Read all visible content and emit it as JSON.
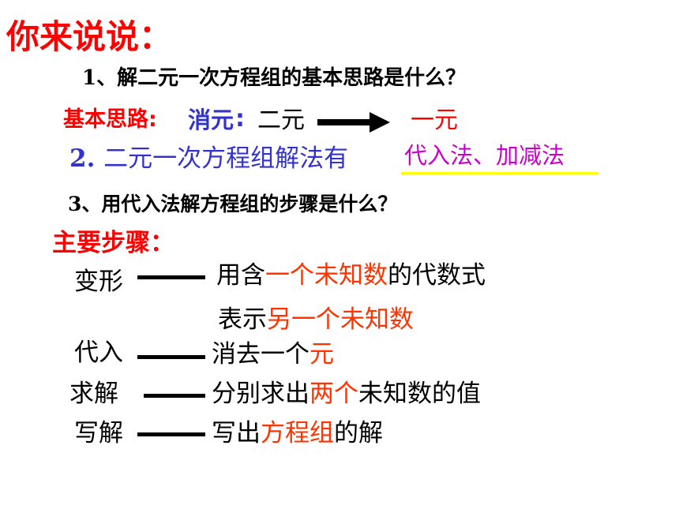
{
  "title": "你来说说：",
  "q1": "1、解二元一次方程组的基本思路是什么？",
  "idea": {
    "label": "基本思路:",
    "method": "消元",
    "colon": ":",
    "from": "二元",
    "to": "一元"
  },
  "q2": {
    "prefix": "2. ",
    "text": "二元一次方程组解法有",
    "answer": "代入法、加减法"
  },
  "q3": "3、用代入法解方程组的步骤是什么？",
  "steps_title": "主要步骤：",
  "steps": [
    {
      "name": "变形",
      "parts": [
        {
          "t": "用含",
          "c": "black"
        },
        {
          "t": "一个未知数",
          "c": "orange"
        },
        {
          "t": "的代数式",
          "c": "black"
        }
      ],
      "parts2": [
        {
          "t": "表示",
          "c": "black"
        },
        {
          "t": "另一个未知数",
          "c": "orange"
        }
      ]
    },
    {
      "name": "代入",
      "parts": [
        {
          "t": "消去一个",
          "c": "black"
        },
        {
          "t": "元",
          "c": "orange"
        }
      ]
    },
    {
      "name": "求解",
      "parts": [
        {
          "t": "分别求出",
          "c": "black"
        },
        {
          "t": "两个",
          "c": "orange"
        },
        {
          "t": "未知数的值",
          "c": "black"
        }
      ]
    },
    {
      "name": "写解",
      "parts": [
        {
          "t": "写出",
          "c": "black"
        },
        {
          "t": "方程组",
          "c": "orange"
        },
        {
          "t": "的解",
          "c": "black"
        }
      ]
    }
  ],
  "colors": {
    "red": "#ff0000",
    "orange": "#ff3300",
    "blue": "#3333cc",
    "magenta": "#cc00cc"
  }
}
